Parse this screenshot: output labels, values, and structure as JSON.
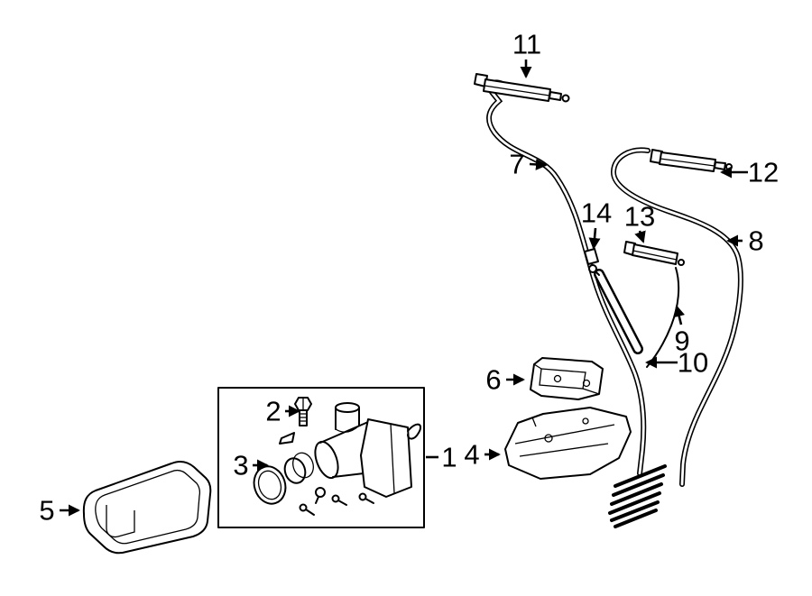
{
  "figure": {
    "background_color": "#ffffff",
    "line_color": "#000000"
  },
  "labels": [
    "1",
    "2",
    "3",
    "4",
    "5",
    "6",
    "7",
    "8",
    "9",
    "10",
    "11",
    "12",
    "13",
    "14"
  ]
}
